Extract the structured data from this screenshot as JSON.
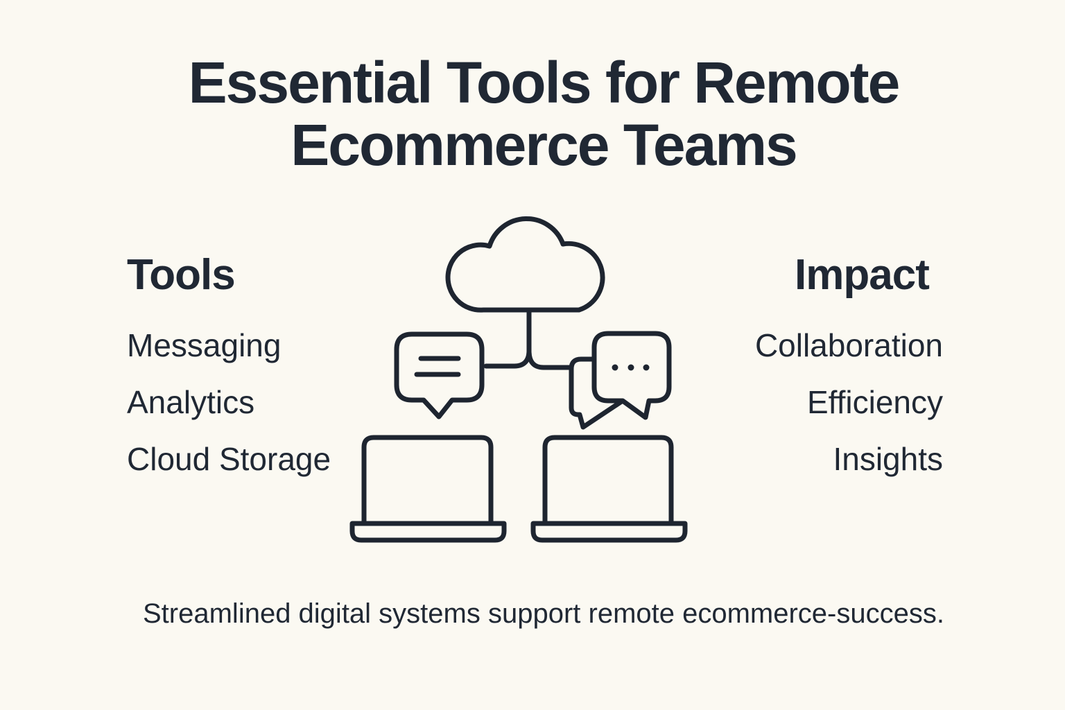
{
  "title": {
    "line1": "Essential Tools for Remote",
    "line2": "Ecommerce Teams"
  },
  "tools": {
    "header": "Tools",
    "items": [
      "Messaging",
      "Analytics",
      "Cloud Storage"
    ]
  },
  "impact": {
    "header": "Impact",
    "items": [
      "Collaboration",
      "Efficiency",
      "Insights"
    ]
  },
  "caption": "Streamlined digital systems support remote ecommerce-success.",
  "icons": {
    "cloud": "cloud-icon",
    "left_bubble": "message-bubble-icon",
    "right_bubbles": "chat-bubbles-icon",
    "left_device": "laptop-icon",
    "right_device": "laptop-icon"
  },
  "colors": {
    "background": "#FBF9F2",
    "ink": "#1E2530",
    "text": "#202834"
  }
}
